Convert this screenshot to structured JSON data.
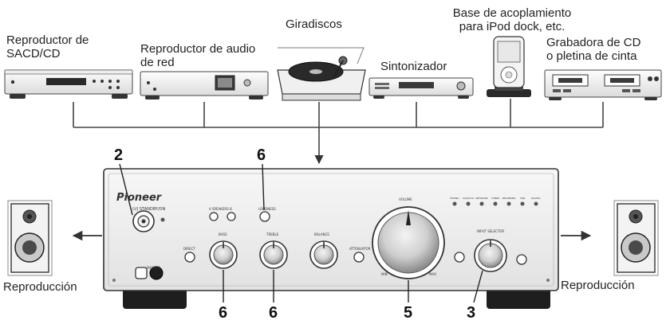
{
  "sources": {
    "sacd": "Reproductor de\nSACD/CD",
    "network": "Reproductor de audio\nde red",
    "turntable": "Giradiscos",
    "tuner": "Sintonizador",
    "ipod": "Base de acoplamiento\npara iPod dock, etc.",
    "recorder": "Grabadora de CD\no pletina de cinta"
  },
  "outputs": {
    "left": "Reproducción",
    "right": "Reproducción"
  },
  "callouts": {
    "standby": "2",
    "loudness": "6",
    "bass": "6",
    "treble": "6",
    "volume": "5",
    "input_selector": "3"
  },
  "amp": {
    "brand": "Pioneer",
    "standby_label": "⏻/| STANDBY/ON",
    "volume_label": "VOLUME",
    "bass_label": "BASS",
    "treble_label": "TREBLE",
    "balance_label": "BALANCE",
    "input_selector_label": "INPUT SELECTOR",
    "direct_label": "DIRECT",
    "attenuator_label": "ATTENUATOR",
    "loudness_label": "LOUDNESS",
    "speakers_label": "A  SPEAKERS  B",
    "phones_label": "PHONES",
    "min_label": "MIN",
    "max_label": "MAX",
    "inputs": [
      "PHONO",
      "SACD/CD",
      "NETWORK",
      "TUNER",
      "RECORDER",
      "USB",
      "DIGITAL"
    ]
  }
}
